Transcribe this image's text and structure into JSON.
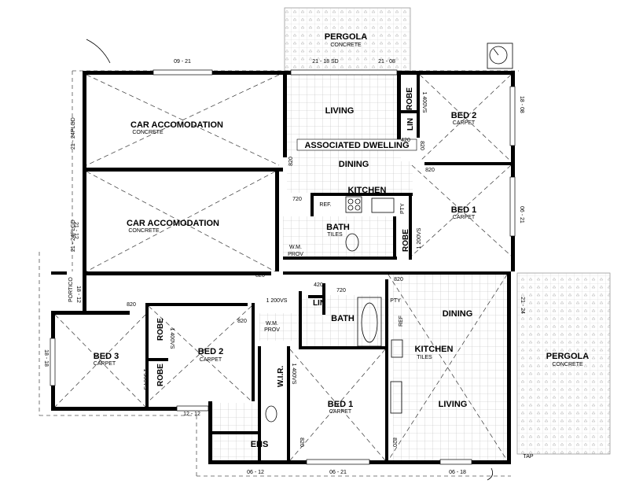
{
  "rooms": {
    "pergola_top": "PERGOLA",
    "pergola_top_sub": "CONCRETE",
    "car1": "CAR ACCOMODATION",
    "car1_sub": "CONCRETE",
    "car2": "CAR ACCOMODATION",
    "car2_sub": "CONCRETE",
    "living_top": "LIVING",
    "associated": "ASSOCIATED DWELLING",
    "dining_top": "DINING",
    "kitchen_top": "KITCHEN",
    "bath_top": "BATH",
    "bath_top_sub": "TILES",
    "robe_a": "ROBE",
    "lin_a": "LIN",
    "robe_b": "ROBE",
    "bed2_top": "BED 2",
    "bed2_top_sub": "CARPET",
    "bed1_top": "BED 1",
    "bed1_top_sub": "CARPET",
    "ref": "REF.",
    "pty_top": "PTY",
    "wm_top": "W.M.",
    "prov_top": "PROV",
    "portico": "PORTICO",
    "bed3": "BED 3",
    "bed3_sub": "CARPET",
    "robe_c": "ROBE",
    "robe_d": "ROBE",
    "bed2_main": "BED 2",
    "bed2_main_sub": "CARPET",
    "wm_main": "W.M.",
    "prov_main": "PROV",
    "lin_main": "LIN",
    "bath_main": "BATH",
    "pty_main": "PTY",
    "ref_main": "REF",
    "dining_main": "DINING",
    "kitchen_main": "KITCHEN",
    "kitchen_main_sub": "TILES",
    "wir": "W.I.R.",
    "bed1_main": "BED 1",
    "bed1_main_sub": "CARPET",
    "living_main": "LIVING",
    "ens": "ENS",
    "pergola_right": "PERGOLA",
    "pergola_right_sub": "CONCRETE",
    "tap": "TAP"
  },
  "dimensions": {
    "d_09_21": "09 - 21",
    "d_21_18sd": "21 - 18 SD",
    "d_21_08": "21 - 08",
    "d_21_24plgd": "21 - 24PLGD",
    "d_21_12": "21 - 12",
    "d_21_24plgd_b": "21 - 24PLGD",
    "d_18_08": "18 - 08",
    "d_06_21_top": "06 - 21",
    "d_1400vs": "1 400VS",
    "d_1200vs_top": "1 200VS",
    "d_820_a": "820",
    "d_820_b": "820",
    "d_820_c": "820",
    "d_720_a": "720",
    "d_420_a": "420",
    "d_820_d": "820",
    "d_18_12": "18 - 12",
    "d_820_e": "820",
    "d_820_f": "820",
    "d_1400vs_b": "1 400VS",
    "d_1300vs": "1 300VS",
    "d_1200vs": "1 200VS",
    "d_420_b": "420",
    "d_720_b": "720",
    "d_1400vs_c": "1 400VS",
    "d_12_12": "12 - 12",
    "d_820_g": "820",
    "d_820_h": "820",
    "d_06_12": "06 - 12",
    "d_06_21": "06 - 21",
    "d_06_18": "06 - 18",
    "d_21_24": "21 - 24",
    "d_820_i": "820",
    "d_18_18": "18 - 18"
  }
}
